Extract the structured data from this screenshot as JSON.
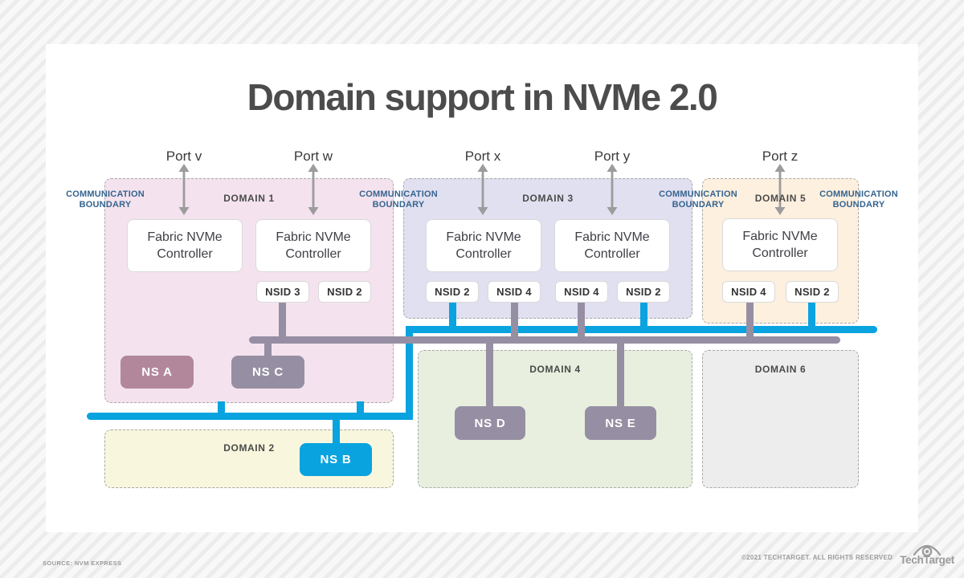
{
  "title": "Domain support in NVMe 2.0",
  "ports": [
    {
      "label": "Port v"
    },
    {
      "label": "Port w"
    },
    {
      "label": "Port x"
    },
    {
      "label": "Port y"
    },
    {
      "label": "Port z"
    }
  ],
  "boundary_label": {
    "line1": "COMMUNICATION",
    "line2": "BOUNDARY"
  },
  "domains": [
    {
      "label": "DOMAIN 1"
    },
    {
      "label": "DOMAIN 2"
    },
    {
      "label": "DOMAIN 3"
    },
    {
      "label": "DOMAIN 4"
    },
    {
      "label": "DOMAIN 5"
    },
    {
      "label": "DOMAIN 6"
    }
  ],
  "controllers": [
    {
      "label": "Fabric NVMe Controller"
    },
    {
      "label": "Fabric NVMe Controller"
    },
    {
      "label": "Fabric NVMe Controller"
    },
    {
      "label": "Fabric NVMe Controller"
    },
    {
      "label": "Fabric NVMe Controller"
    }
  ],
  "nsids": [
    {
      "label": "NSID 3"
    },
    {
      "label": "NSID 2"
    },
    {
      "label": "NSID 2"
    },
    {
      "label": "NSID 4"
    },
    {
      "label": "NSID 4"
    },
    {
      "label": "NSID 2"
    },
    {
      "label": "NSID 4"
    },
    {
      "label": "NSID 2"
    }
  ],
  "namespaces": [
    {
      "label": "NS A"
    },
    {
      "label": "NS B"
    },
    {
      "label": "NS C"
    },
    {
      "label": "NS D"
    },
    {
      "label": "NS E"
    }
  ],
  "footer": {
    "source": "SOURCE: NVM EXPRESS",
    "copyright": "©2021 TECHTARGET. ALL RIGHTS RESERVED",
    "brand": "TechTarget"
  },
  "colors": {
    "fabric_line_blue": "#09a3e0",
    "namespace_line_gray": "#968fa3",
    "boundary_text_blue": "#36648f",
    "domain1_fill": "#f4e3ee",
    "domain2_fill": "#f8f6dd",
    "domain3_fill": "#e1e0f0",
    "domain4_fill": "#e8efdf",
    "domain5_fill": "#fdf0df",
    "domain6_fill": "#ededed",
    "ns_a_fill": "#b2879c",
    "ns_b_fill": "#09a3e0",
    "ns_gray_fill": "#968fa3"
  }
}
